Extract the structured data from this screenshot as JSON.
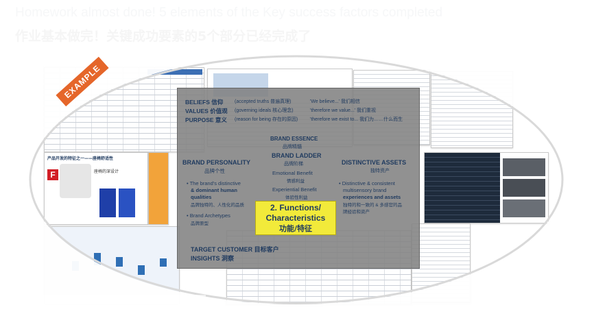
{
  "title_en": "Homework almost done! 5 elements of the Key success factors completed",
  "title_cn": "作业基本做完！关键成功要素的5个部分已经完成了",
  "stamp": "EXAMPLE",
  "panel": {
    "beliefs_label": "BELIEFS 信仰",
    "beliefs_def": "(accepted truths 普遍真理)",
    "beliefs_example": "'We believe...' 我们相信",
    "values_label": "VALUES 价值观",
    "values_def": "(governing ideals 核心理念)",
    "values_example": "'therefore we value...' 我们重视",
    "purpose_label": "PURPOSE 意义",
    "purpose_def": "(reason for being 存在的原因)",
    "purpose_example": "'therefore we exist to... 我们为……什么而生",
    "essence_en": "BRAND ESSENCE",
    "essence_cn": "品牌精髓",
    "personality_en": "BRAND PERSONALITY",
    "personality_cn": "品牌个性",
    "personality_b1a": "• The brand's distinctive",
    "personality_b1b": "& dominant human",
    "personality_b1c": "qualities",
    "personality_b1d": "品牌独特的、人性化的品质",
    "personality_b2a": "• Brand Archetypes",
    "personality_b2b": "品牌原型",
    "ladder_en": "BRAND LADDER",
    "ladder_cn": "品牌阶梯",
    "ladder_emotional": "Emotional Benefit",
    "ladder_emotional_cn": "情感利益",
    "ladder_experiential": "Experiential Benefit",
    "ladder_experiential_cn": "体验性利益",
    "assets_en": "DISTINCTIVE ASSETS",
    "assets_cn": "独特资产",
    "assets_b1a": "• Distinctive & consistent",
    "assets_b1b": "multisensory brand",
    "assets_b1c": "experiences and assets",
    "assets_b1d": "独特的和一致的 & 多感官的品",
    "assets_b1e": "牌经验和资产",
    "functions_1": "2. Functions/",
    "functions_2": "Characteristics",
    "functions_cn": "功能/特征",
    "target": "TARGET CUSTOMER 目标客户",
    "insights": "INSIGHTS 洞察"
  },
  "thumbs": {
    "product_title": "产品开发的特征之一——座椅舒适性",
    "design_label": "座椅的深设计"
  },
  "colors": {
    "accent_orange": "#e5662a",
    "highlight_yellow": "#f2ea3a",
    "text_navy": "#1f3a5f"
  }
}
